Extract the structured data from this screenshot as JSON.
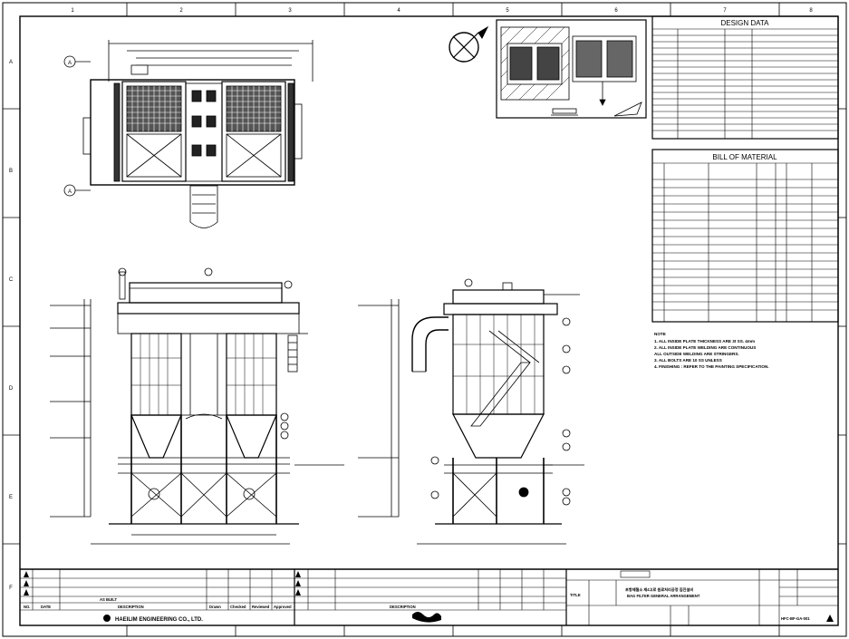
{
  "design_data": {
    "title": "DESIGN DATA"
  },
  "bill_of_material": {
    "title": "BILL OF MATERIAL"
  },
  "notes": {
    "title": "NOTE",
    "lines": [
      "1. ALL INSIDE PLATE THICKNESS ARE 3t SS. 4mm",
      "2. ALL INSIDE PLATE WELDING ARE CONTINUOUS",
      "    ALL OUTSIDE WELDING ARE STRINGERS.",
      "3. ALL BOLTS ARE 10 SS UNLESS",
      "4. FINISHING : REFER TO THE PAINTING SPECIFICATION."
    ]
  },
  "revision_block": {
    "left_header": "AS BUILT",
    "col_no": "NO.",
    "col_date": "DATE",
    "col_description": "DESCRIPTION",
    "col_drawn": "Drawn",
    "col_checked": "Checked",
    "col_reviewed": "Reviewed",
    "col_approved": "Approved"
  },
  "company": {
    "name": "HAEILIM ENGINEERING CO., LTD."
  },
  "title_block": {
    "label_title": "TITLE",
    "title_line1": "포항제철소 제4고로 원료처리공정 집진설비",
    "title_line2": "BAG FILTER GENERAL ARRANGEMENT",
    "drawing_no": "HFC-BF-GA-001"
  },
  "views": {
    "section_mark_top": "A",
    "section_mark_bottom": "A"
  },
  "grid_labels": {
    "columns": [
      "1",
      "2",
      "3",
      "4",
      "5",
      "6",
      "7",
      "8"
    ],
    "rows": [
      "A",
      "B",
      "C",
      "D",
      "E",
      "F"
    ]
  }
}
